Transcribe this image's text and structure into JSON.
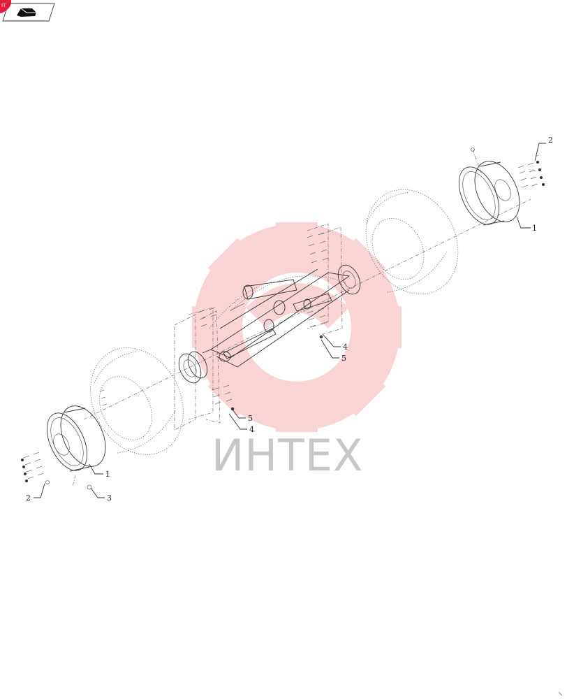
{
  "watermark": {
    "text": "ИНТЕХ",
    "gear_color": "#f08080"
  },
  "badge": {
    "color": "#e01e3c"
  },
  "icons": {
    "header": "book-icon"
  },
  "callouts": [
    {
      "id": "c1-right",
      "label": "1"
    },
    {
      "id": "c2-right",
      "label": "2"
    },
    {
      "id": "c4-center",
      "label": "4"
    },
    {
      "id": "c5-center",
      "label": "5"
    },
    {
      "id": "c5-lower",
      "label": "5"
    },
    {
      "id": "c4-lower",
      "label": "4"
    },
    {
      "id": "c1-left",
      "label": "1"
    },
    {
      "id": "c2-left",
      "label": "2"
    },
    {
      "id": "c3-left",
      "label": "3"
    }
  ]
}
